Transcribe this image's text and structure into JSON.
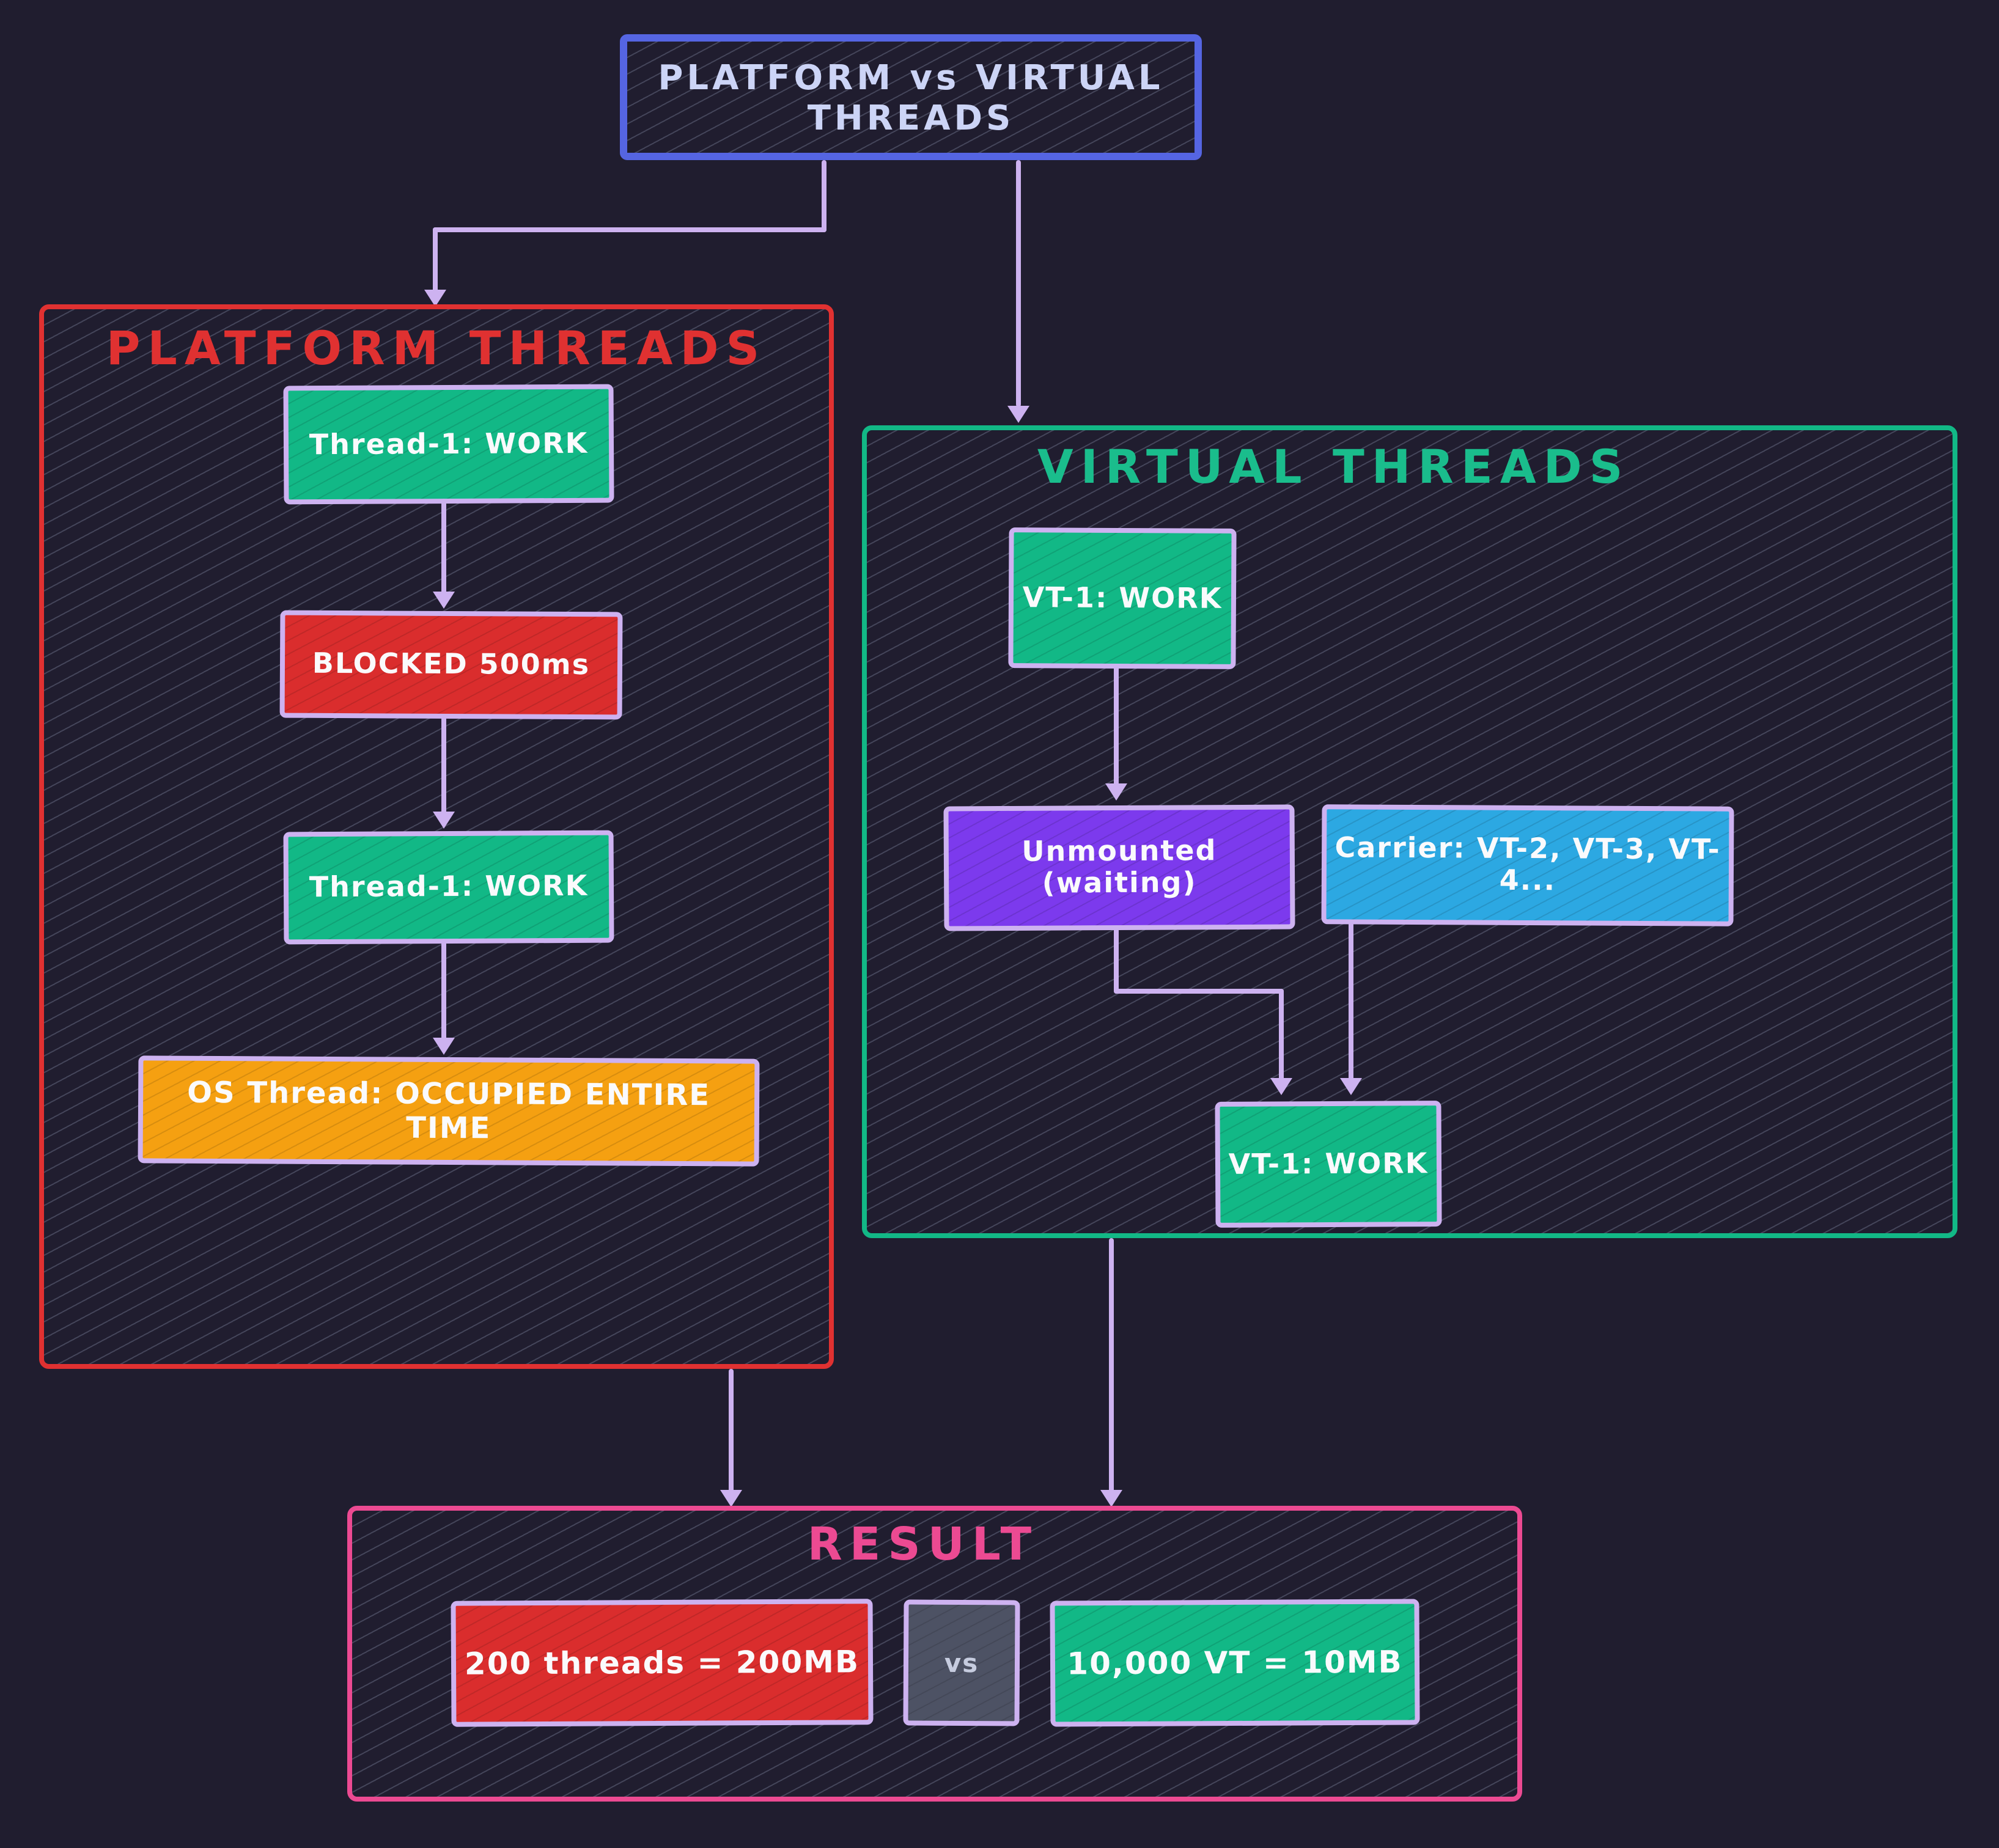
{
  "title": {
    "label": "PLATFORM vs VIRTUAL THREADS"
  },
  "platform": {
    "title": "PLATFORM THREADS",
    "boxes": [
      {
        "label": "Thread-1: WORK",
        "color": "#12b886"
      },
      {
        "label": "BLOCKED 500ms",
        "color": "#da2d2d"
      },
      {
        "label": "Thread-1: WORK",
        "color": "#12b886"
      },
      {
        "label": "OS Thread: OCCUPIED ENTIRE TIME",
        "color": "#f5a011"
      }
    ]
  },
  "virtual": {
    "title": "VIRTUAL THREADS",
    "boxes": [
      {
        "label": "VT-1: WORK",
        "color": "#12b886"
      },
      {
        "label": "Unmounted (waiting)",
        "color": "#7c3aed"
      },
      {
        "label": "Carrier: VT-2, VT-3, VT-4...",
        "color": "#2ca8e2"
      },
      {
        "label": "VT-1: WORK",
        "color": "#12b886"
      }
    ]
  },
  "result": {
    "title": "RESULT",
    "red_label": "200 threads = 200MB",
    "vs_label": "vs",
    "green_label": "10,000 VT = 10MB"
  },
  "connections": [
    {
      "from": "title-box",
      "to": "platform-threads-container"
    },
    {
      "from": "title-box",
      "to": "virtual-threads-container"
    },
    {
      "from": "platform-thread1-work-1",
      "to": "platform-blocked-500ms"
    },
    {
      "from": "platform-blocked-500ms",
      "to": "platform-thread1-work-2"
    },
    {
      "from": "platform-thread1-work-2",
      "to": "platform-os-thread-occupied"
    },
    {
      "from": "virtual-vt1-work-1",
      "to": "virtual-unmounted-waiting"
    },
    {
      "from": "virtual-unmounted-waiting",
      "to": "virtual-vt1-work-2"
    },
    {
      "from": "virtual-carrier",
      "to": "virtual-vt1-work-2"
    },
    {
      "from": "platform-threads-container",
      "to": "result-container"
    },
    {
      "from": "virtual-threads-container",
      "to": "result-container"
    }
  ],
  "colors": {
    "background": "#201d2f",
    "arrow_and_box_border": "#cdb2f0",
    "title_border": "#5565e2",
    "title_text": "#ccd4f6",
    "platform_accent": "#e03131",
    "virtual_accent": "#12b886",
    "result_accent": "#ec4a92",
    "orange": "#f5a011",
    "violet": "#7c3aed",
    "sky_blue": "#2ca8e2",
    "vs_gray": "#4d5264",
    "label_text": "#fafafc"
  }
}
